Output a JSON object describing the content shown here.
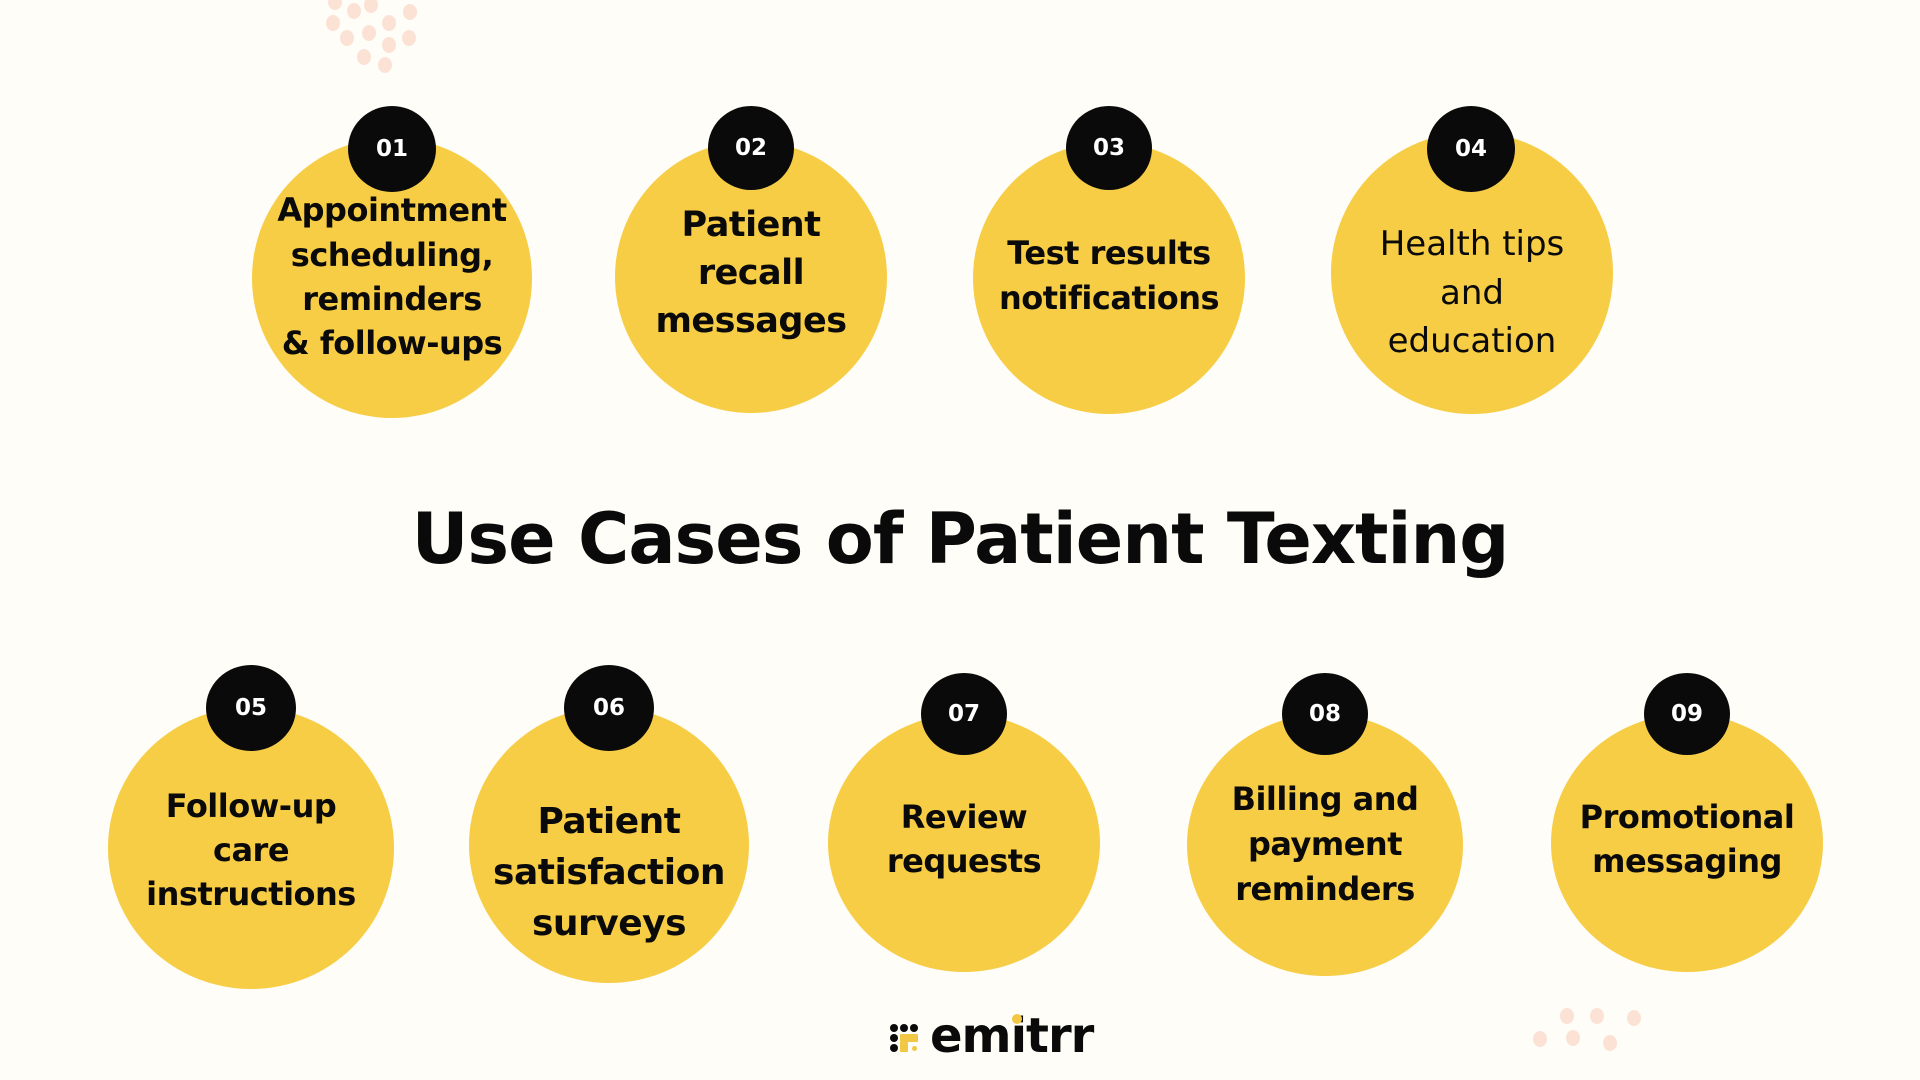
{
  "title": "Use Cases of Patient Texting",
  "brand": {
    "name": "emitrr",
    "colors": {
      "yellow": "#F7CD45",
      "black": "#0A0A0A",
      "background": "#FEFDF7",
      "decor_dots": "#FBE2D5"
    }
  },
  "use_cases": [
    {
      "number": "01",
      "lines": [
        "Appointment",
        "scheduling,",
        "reminders",
        "& follow-ups"
      ]
    },
    {
      "number": "02",
      "lines": [
        "Patient",
        "recall",
        "messages"
      ]
    },
    {
      "number": "03",
      "lines": [
        "Test results",
        "notifications"
      ]
    },
    {
      "number": "04",
      "lines": [
        "Health tips",
        "and",
        "education"
      ]
    },
    {
      "number": "05",
      "lines": [
        "Follow-up",
        "care",
        "instructions"
      ]
    },
    {
      "number": "06",
      "lines": [
        "Patient",
        "satisfaction",
        "surveys"
      ]
    },
    {
      "number": "07",
      "lines": [
        "Review",
        "requests"
      ]
    },
    {
      "number": "08",
      "lines": [
        "Billing and",
        "payment",
        "reminders"
      ]
    },
    {
      "number": "09",
      "lines": [
        "Promotional",
        "messaging"
      ]
    }
  ]
}
